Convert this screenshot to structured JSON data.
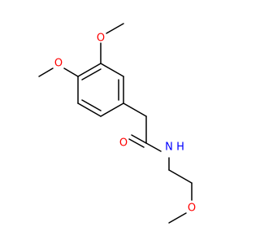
{
  "molecule": {
    "atoms": {
      "o_upper": "O",
      "o_left": "O",
      "o_carbonyl": "O",
      "n_amide": "N",
      "h_amide": "H",
      "o_ether": "O"
    },
    "colors": {
      "bond": "#000000",
      "oxygen": "#ff0000",
      "nitrogen": "#0000ff"
    }
  }
}
